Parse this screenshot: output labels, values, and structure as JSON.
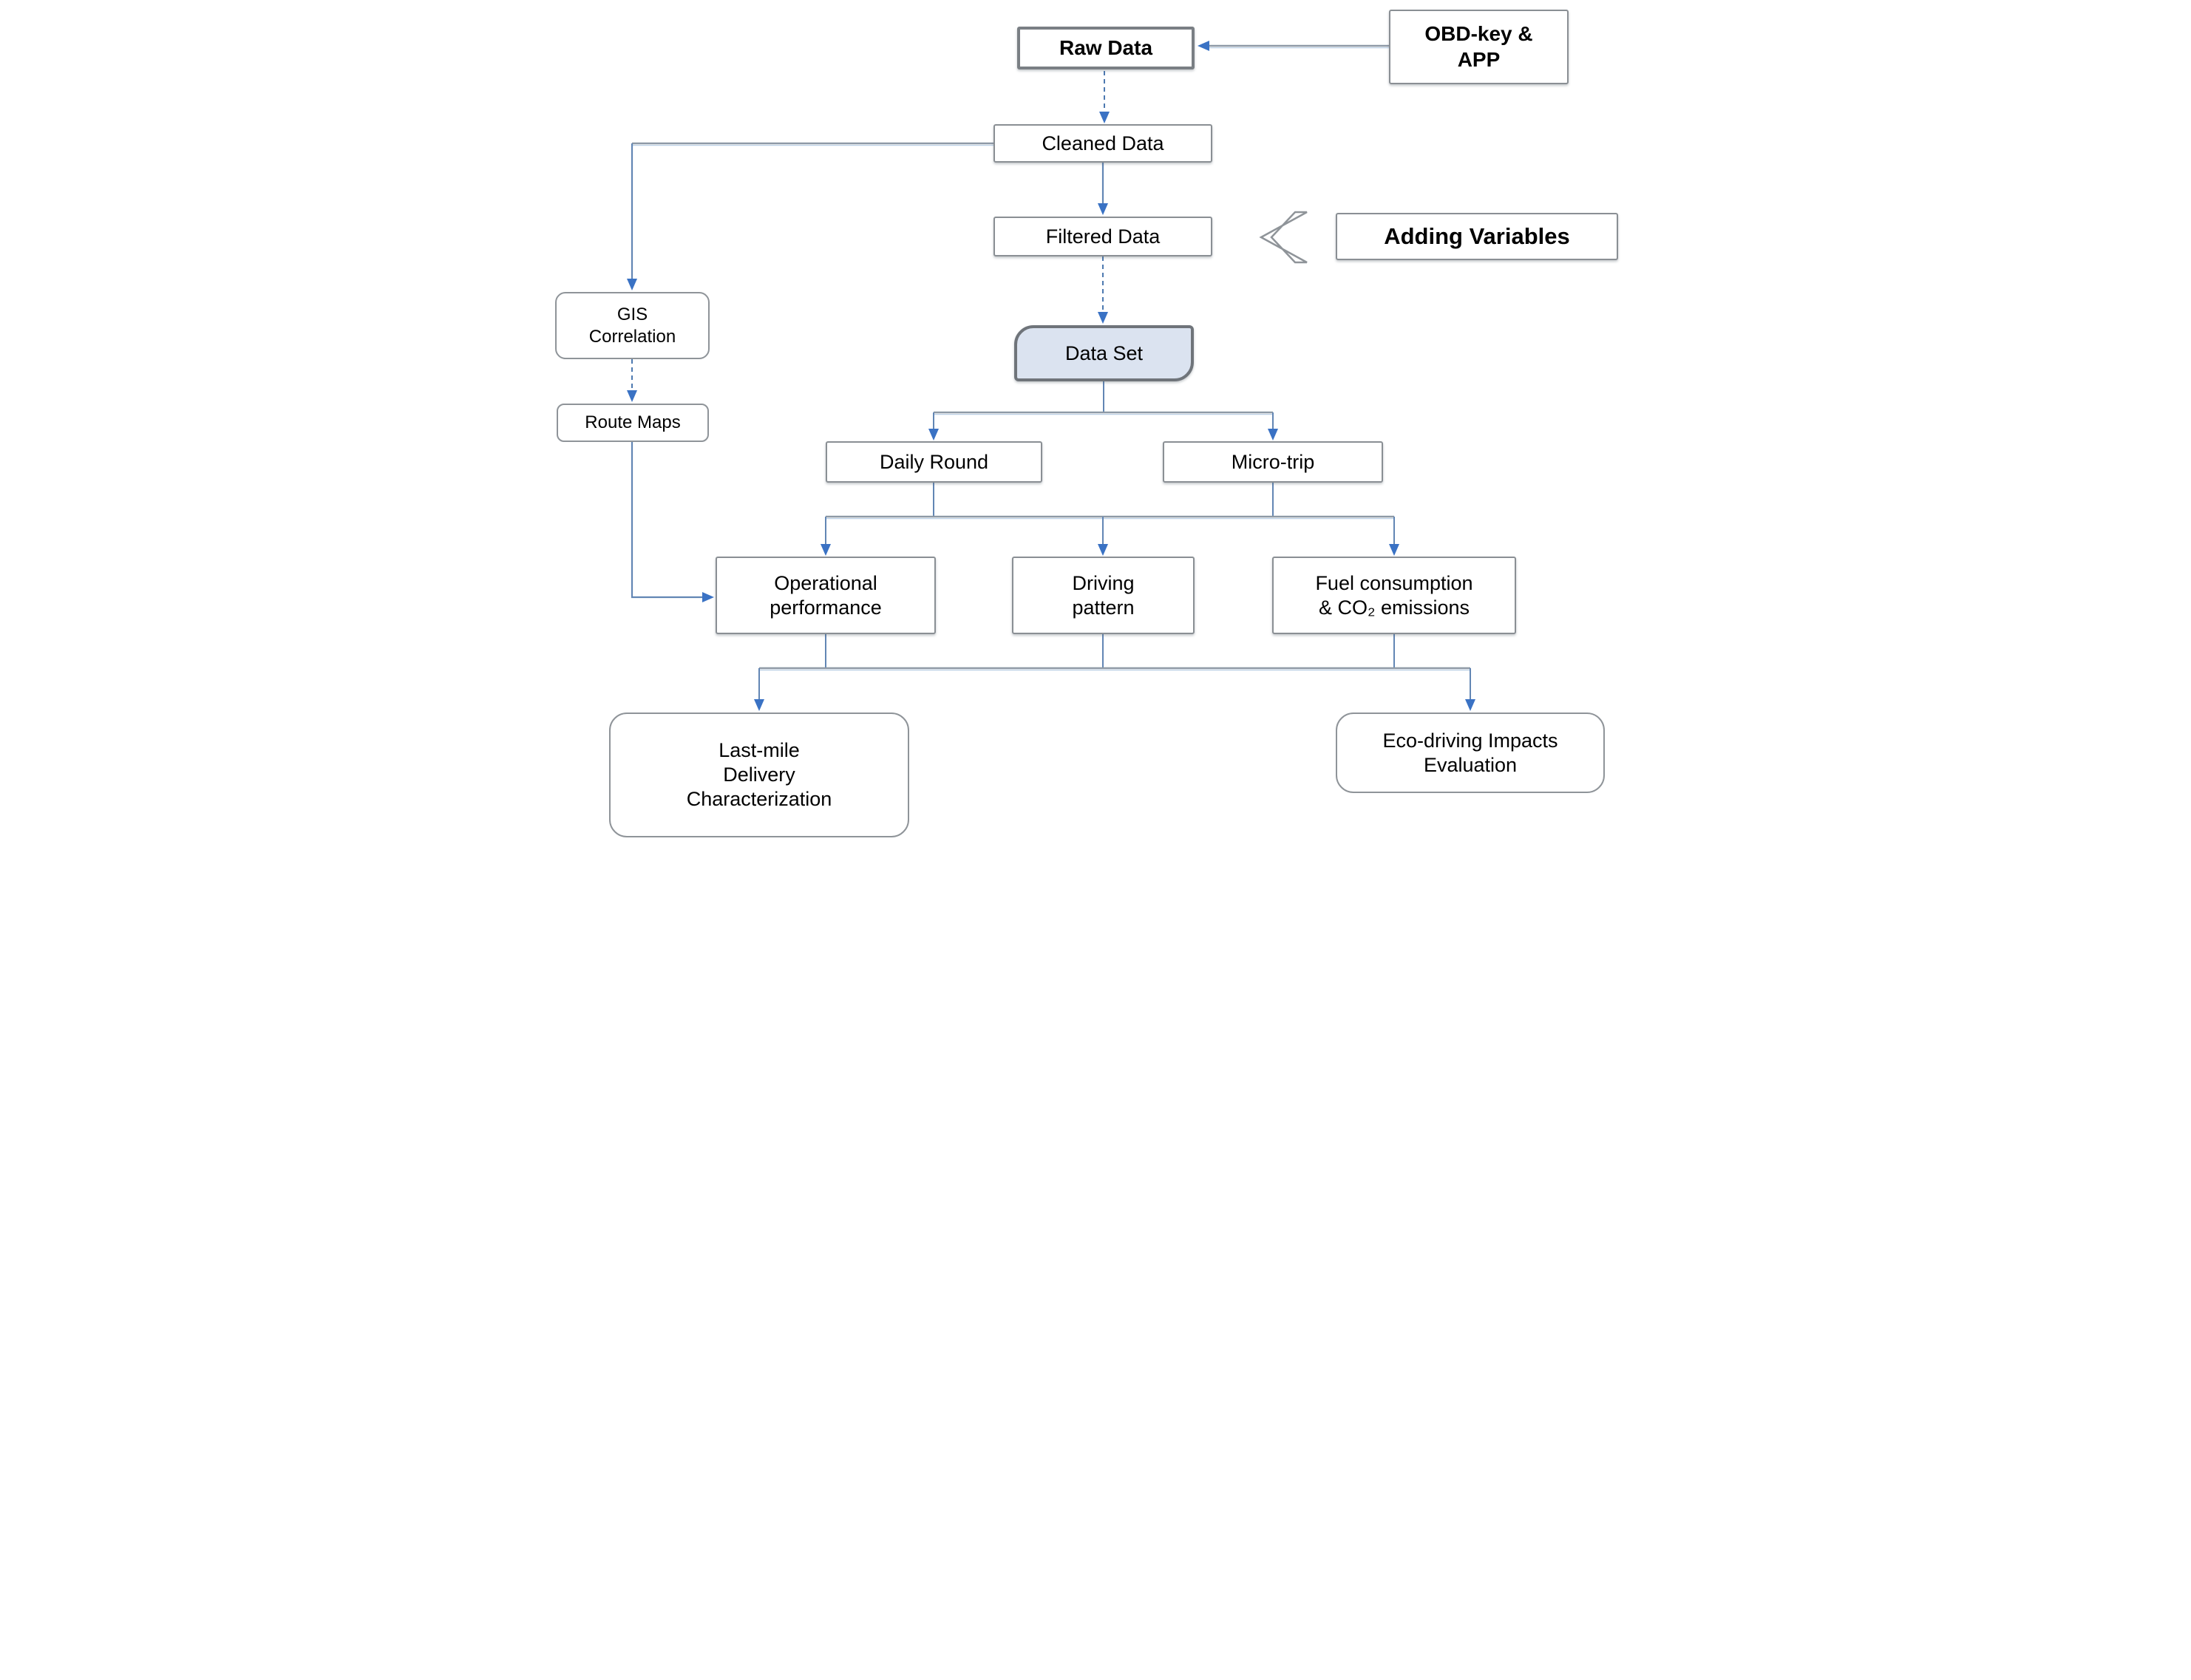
{
  "flowchart": {
    "nodes": {
      "raw_data": "Raw Data",
      "obd_key_app": "OBD-key &\nAPP",
      "cleaned_data": "Cleaned Data",
      "filtered_data": "Filtered Data",
      "adding_variables": "Adding Variables",
      "data_set": "Data Set",
      "daily_round": "Daily Round",
      "micro_trip": "Micro-trip",
      "operational_performance": "Operational\nperformance",
      "driving_pattern": "Driving\npattern",
      "fuel_co2": "Fuel consumption\n& CO₂ emissions",
      "last_mile": "Last-mile\nDelivery\nCharacterization",
      "eco_driving": "Eco-driving Impacts\nEvaluation",
      "gis_correlation": "GIS\nCorrelation",
      "route_maps": "Route Maps"
    },
    "edges": [
      {
        "from": "obd_key_app",
        "to": "raw_data",
        "style": "solid"
      },
      {
        "from": "raw_data",
        "to": "cleaned_data",
        "style": "dashed"
      },
      {
        "from": "cleaned_data",
        "to": "filtered_data",
        "style": "solid"
      },
      {
        "from": "filtered_data",
        "to": "data_set",
        "style": "dashed"
      },
      {
        "from": "cleaned_data",
        "to": "gis_correlation",
        "style": "solid"
      },
      {
        "from": "gis_correlation",
        "to": "route_maps",
        "style": "dashed"
      },
      {
        "from": "route_maps",
        "to": "operational_performance",
        "style": "solid"
      },
      {
        "from": "data_set",
        "to": "daily_round",
        "style": "solid"
      },
      {
        "from": "data_set",
        "to": "micro_trip",
        "style": "solid"
      },
      {
        "from": "daily_round",
        "to": "operational_performance",
        "style": "solid"
      },
      {
        "from": "daily_round",
        "to": "driving_pattern",
        "style": "solid"
      },
      {
        "from": "micro_trip",
        "to": "driving_pattern",
        "style": "solid"
      },
      {
        "from": "micro_trip",
        "to": "fuel_co2",
        "style": "solid"
      },
      {
        "from": "operational_performance",
        "to": "last_mile",
        "style": "solid"
      },
      {
        "from": "driving_pattern",
        "to": "last_mile",
        "style": "solid"
      },
      {
        "from": "fuel_co2",
        "to": "eco_driving",
        "style": "solid"
      },
      {
        "from": "adding_variables",
        "to": "filtered_data",
        "style": "chevron-annotation"
      }
    ],
    "colors": {
      "arrow_blue": "#3a72c4",
      "connector_line": "#7e93ab",
      "connector_highlight": "#bcd0e6",
      "dashed_line": "#4d79b0",
      "node_border_gray": "#8a8f94",
      "data_set_fill": "#dbe3f0",
      "text": "#000000"
    }
  }
}
